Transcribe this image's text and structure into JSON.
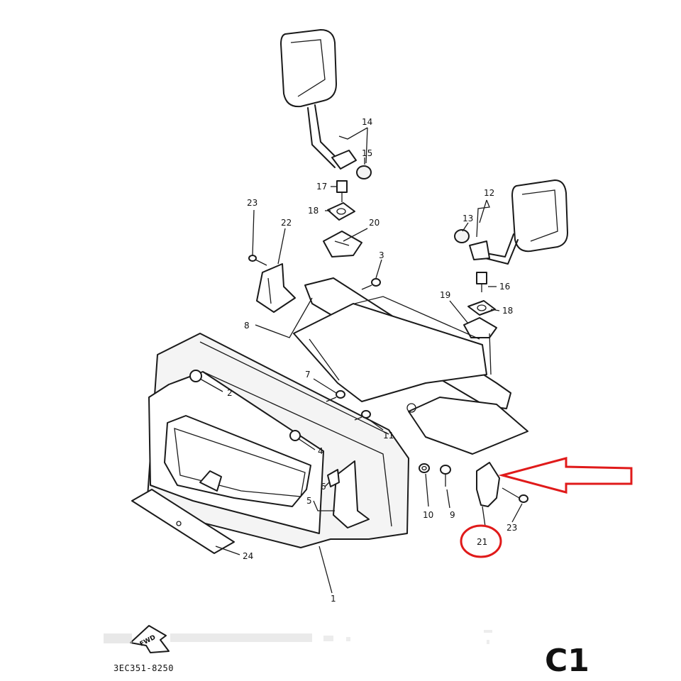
{
  "diagram": {
    "callouts": [
      "1",
      "2",
      "3",
      "4",
      "5",
      "6",
      "7",
      "8",
      "9",
      "10",
      "11",
      "12",
      "13",
      "14",
      "15",
      "16",
      "17",
      "18",
      "18",
      "19",
      "20",
      "21",
      "22",
      "23",
      "23",
      "24"
    ],
    "page_id": "C1",
    "ref_code": "3EC351-8250",
    "fwd_label": "FWD",
    "highlight_callout": "21",
    "highlight_color": "#e01a1a"
  }
}
